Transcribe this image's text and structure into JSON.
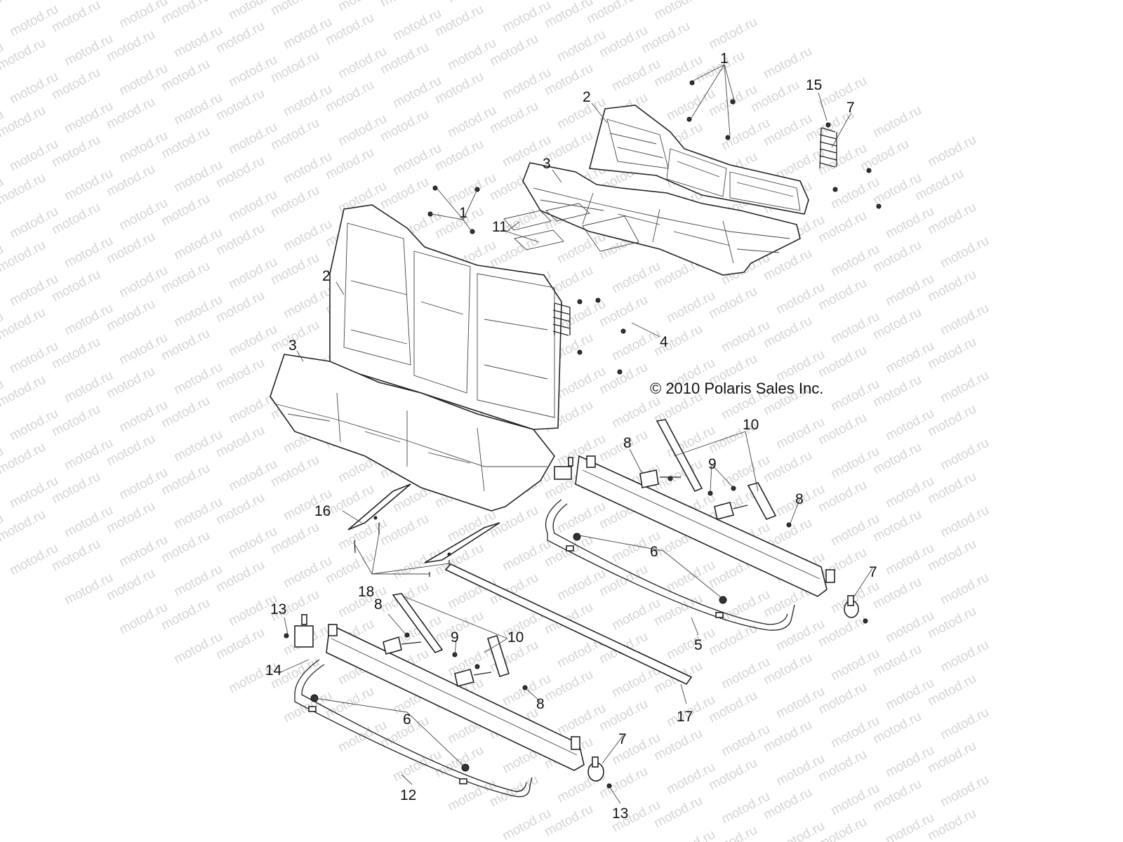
{
  "watermark": "motod.ru",
  "copyright": "© 2010 Polaris Sales Inc.",
  "callouts": {
    "c1a": "1",
    "c15": "15",
    "c7a": "7",
    "c2a": "2",
    "c3a": "3",
    "c1b": "1",
    "c11": "11",
    "c2b": "2",
    "c3b": "3",
    "c4": "4",
    "c10a": "10",
    "c8a": "8",
    "c9a": "9",
    "c8b": "8",
    "c16": "16",
    "c6a": "6",
    "c7b": "7",
    "c18": "18",
    "c13a": "13",
    "c8c": "8",
    "c9b": "9",
    "c10b": "10",
    "c5": "5",
    "c14": "14",
    "c8d": "8",
    "c17": "17",
    "c6b": "6",
    "c7c": "7",
    "c12": "12",
    "c13b": "13"
  }
}
